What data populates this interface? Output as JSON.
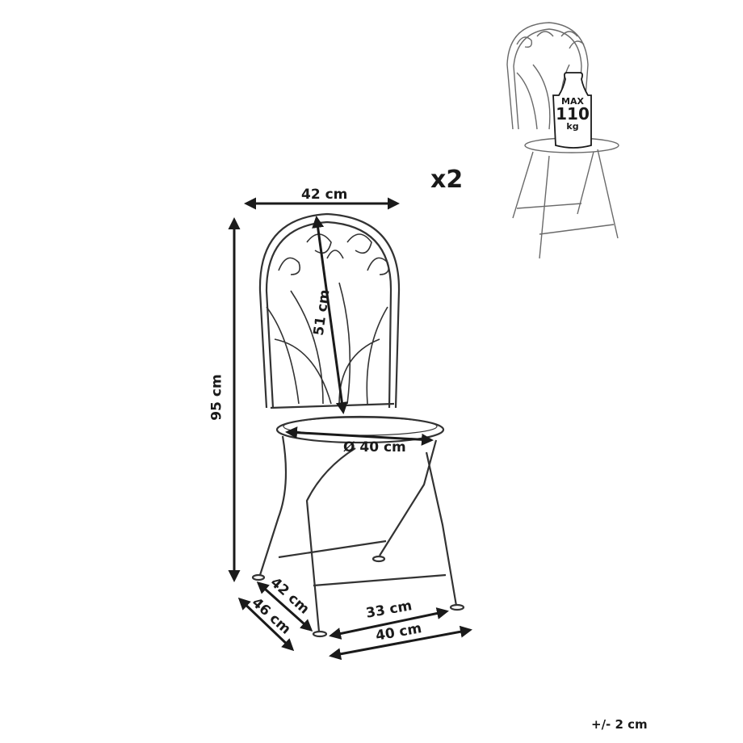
{
  "dimensions": {
    "width_top": "42 cm",
    "height_total": "95 cm",
    "backrest_height": "51 cm",
    "seat_diameter": "Ø 40 cm",
    "depth_inner": "42 cm",
    "depth_outer": "46 cm",
    "width_inner": "33 cm",
    "width_outer": "40 cm"
  },
  "quantity": "x2",
  "tolerance": "+/- 2 cm",
  "load_badge": {
    "line1": "MAX",
    "line2": "110",
    "line3": "kg"
  },
  "colors": {
    "line": "#1a1a1a",
    "thumb_line": "#6a6a6a",
    "background": "#ffffff"
  }
}
